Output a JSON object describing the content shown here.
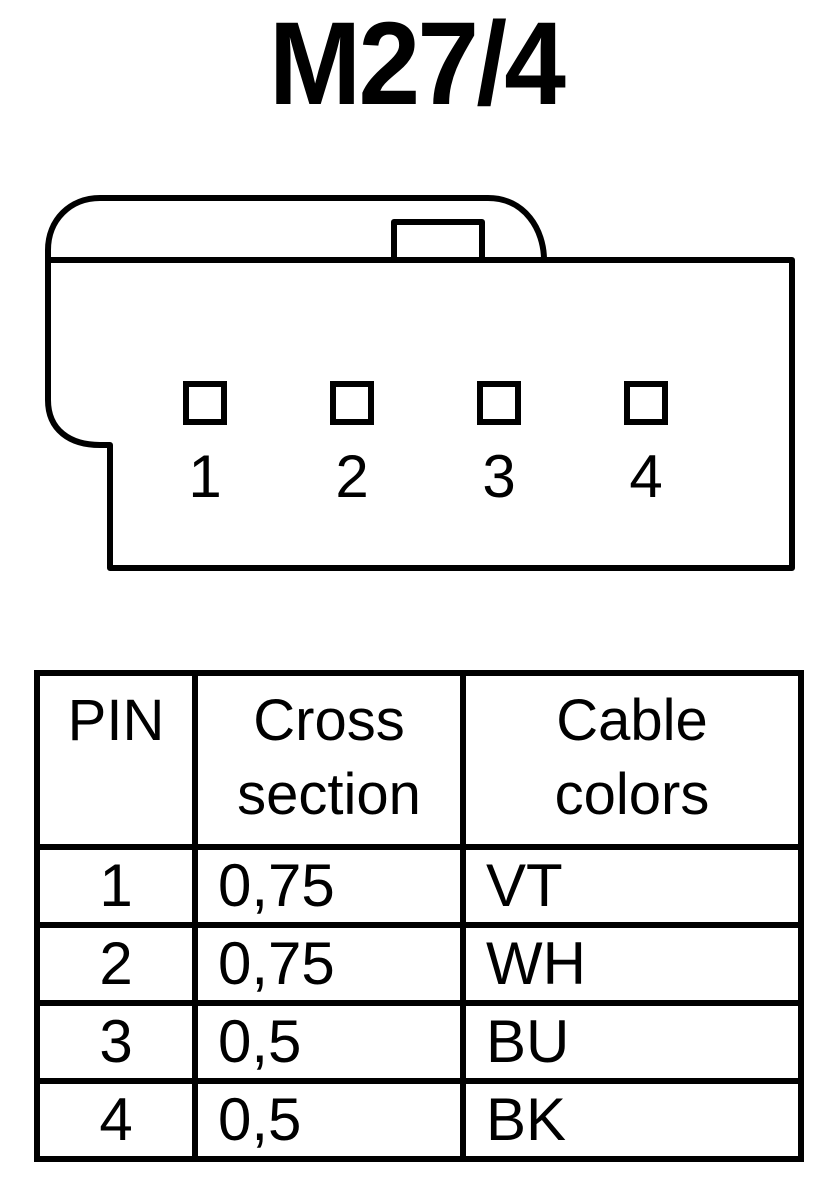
{
  "title": "M27/4",
  "connector": {
    "pin_labels": [
      "1",
      "2",
      "3",
      "4"
    ]
  },
  "table": {
    "headers": {
      "pin": "PIN",
      "cross_section_line1": "Cross",
      "cross_section_line2": "section",
      "cable_colors_line1": "Cable",
      "cable_colors_line2": "colors"
    },
    "rows": [
      {
        "pin": "1",
        "cross_section": "0,75",
        "color": "VT"
      },
      {
        "pin": "2",
        "cross_section": "0,75",
        "color": "WH"
      },
      {
        "pin": "3",
        "cross_section": "0,5",
        "color": "BU"
      },
      {
        "pin": "4",
        "cross_section": "0,5",
        "color": "BK"
      }
    ]
  }
}
